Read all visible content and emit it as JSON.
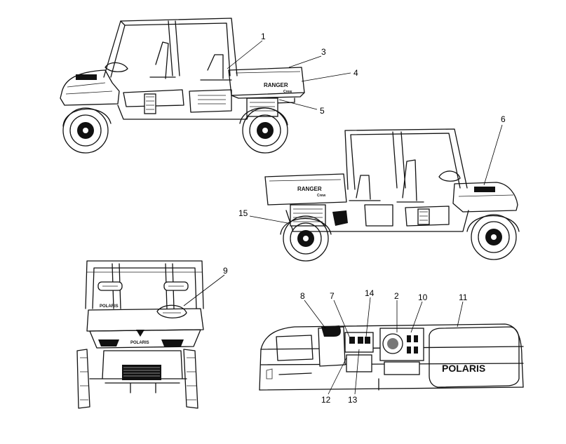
{
  "callouts": [
    {
      "id": "1",
      "label": "1"
    },
    {
      "id": "2",
      "label": "2"
    },
    {
      "id": "3",
      "label": "3"
    },
    {
      "id": "4",
      "label": "4"
    },
    {
      "id": "5",
      "label": "5"
    },
    {
      "id": "6",
      "label": "6"
    },
    {
      "id": "7",
      "label": "7"
    },
    {
      "id": "8",
      "label": "8"
    },
    {
      "id": "9",
      "label": "9"
    },
    {
      "id": "10",
      "label": "10"
    },
    {
      "id": "11",
      "label": "11"
    },
    {
      "id": "12",
      "label": "12"
    },
    {
      "id": "13",
      "label": "13"
    },
    {
      "id": "14",
      "label": "14"
    },
    {
      "id": "15",
      "label": "15"
    }
  ],
  "decals": {
    "ranger_bed_left": "RANGER",
    "ranger_bed_right": "RANGER",
    "crew_small": "Crew",
    "polaris_hood": "POLARIS",
    "polaris_grille": "POLARIS",
    "polaris_dash": "POLARIS"
  }
}
